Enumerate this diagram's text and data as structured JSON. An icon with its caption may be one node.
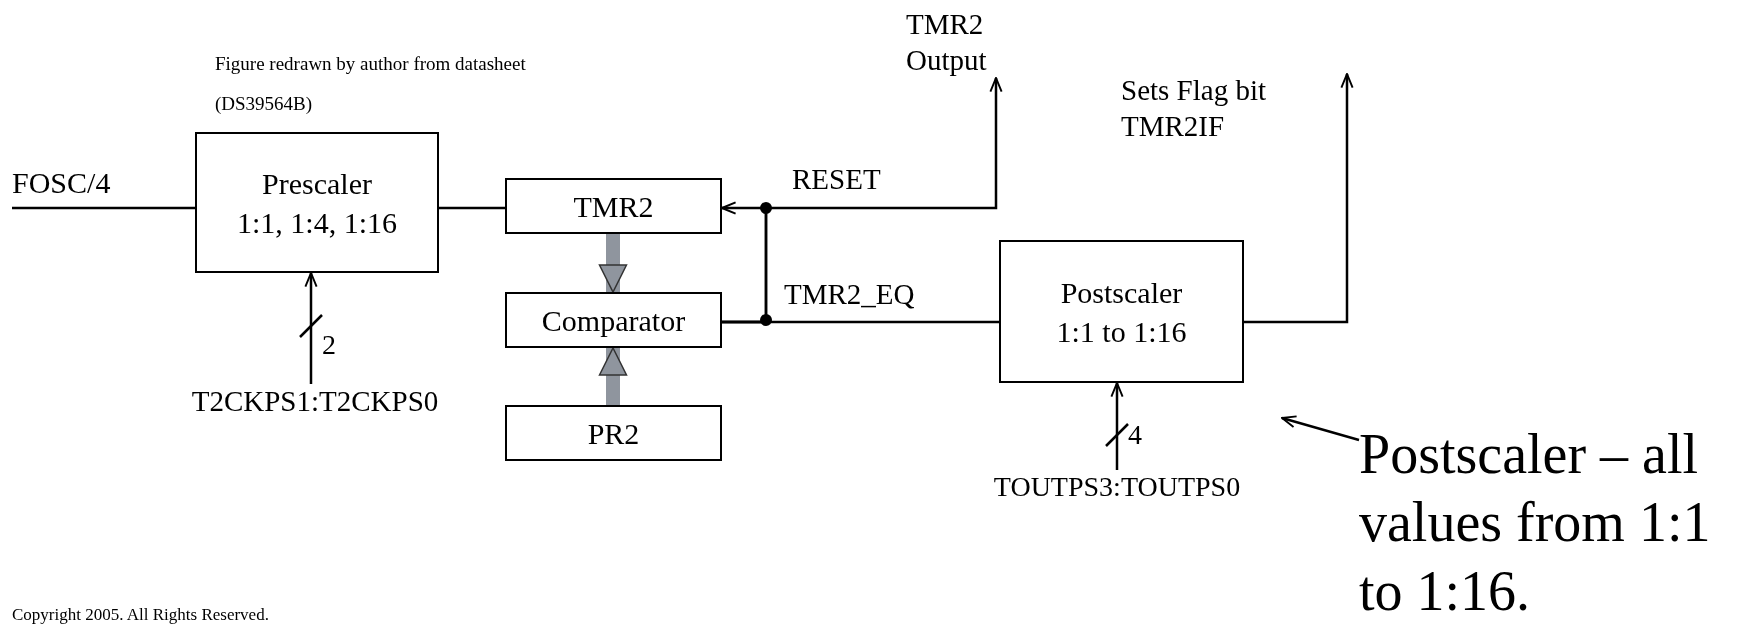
{
  "diagram": {
    "nodes": [
      {
        "text": [
          "FOSC/4"
        ]
      },
      {
        "text": [
          "Prescaler",
          "1:1, 1:4, 1:16"
        ]
      },
      {
        "text": [
          "TMR2"
        ]
      },
      {
        "text": [
          "Comparator"
        ]
      },
      {
        "text": [
          "PR2"
        ]
      },
      {
        "text": [
          "Postscaler",
          "1:1 to 1:16"
        ]
      },
      {
        "text": [
          "T2CKPS1:T2CKPS0"
        ]
      },
      {
        "text": [
          "TOUTPS3:TOUTPS0"
        ]
      },
      {
        "text": [
          "Postscaler – all values from 1:1 to 1:16."
        ]
      }
    ],
    "edges": [
      {
        "from": 0,
        "to": 1,
        "arrow": "none"
      },
      {
        "from": 1,
        "to": 2,
        "arrow": "none"
      },
      {
        "from": 2,
        "to": 3,
        "arrow": "to",
        "style": "thick",
        "color": "#8f959e"
      },
      {
        "from": 4,
        "to": 3,
        "arrow": "to",
        "style": "thick",
        "color": "#8f959e"
      },
      {
        "from": 3,
        "to": 5,
        "arrow": "none",
        "label": "TMR2_EQ"
      },
      {
        "from": 3,
        "to": 2,
        "arrow": "to",
        "label": "RESET"
      },
      {
        "from": 3,
        "to": null,
        "arrow": "to",
        "label": "TMR2 Output"
      },
      {
        "from": 5,
        "to": null,
        "arrow": "to",
        "label": "Sets Flag bit TMR2IF"
      },
      {
        "from": 6,
        "to": 1,
        "arrow": "to"
      },
      {
        "from": 7,
        "to": 5,
        "arrow": "to"
      },
      {
        "from": 8,
        "to": null,
        "arrow": "to"
      }
    ],
    "labels": [
      "Figure redrawn by author from datasheet (DS39564B)",
      "2",
      "4",
      "Copyright 2005. All Rights Reserved."
    ]
  }
}
